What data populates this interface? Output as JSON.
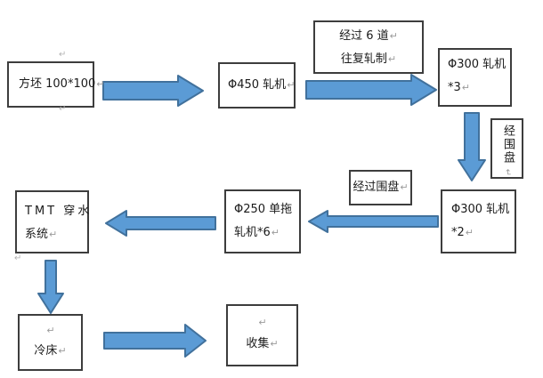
{
  "colors": {
    "arrow-fill": "#5B9BD5",
    "arrow-border": "#41719C",
    "box-border": "#3d3d3d",
    "text-color": "#1a1a1a",
    "mark-color": "#9b9b9b"
  },
  "glyphs": {
    "return_mark": "↵"
  },
  "diagram": {
    "type": "flowchart",
    "nodes": {
      "billet": {
        "label": "方坯 100*100",
        "lines": [
          "方坯 100*100"
        ]
      },
      "mill450": {
        "label": "Φ450 轧机",
        "lines": [
          "Φ450 轧机"
        ]
      },
      "note_passes": {
        "label": "经过 6 道 往复轧制",
        "lines": [
          "经过 6 道",
          "往复轧制"
        ]
      },
      "mill300x3": {
        "label": "Φ300 轧机 *3",
        "lines": [
          "Φ300 轧机",
          "*3"
        ]
      },
      "loop_note_v": {
        "label": "经围盘",
        "lines": [
          "经围盘"
        ]
      },
      "mill300x2": {
        "label": "Φ300 轧机 *2",
        "lines": [
          "Φ300 轧机",
          "*2"
        ]
      },
      "loop_note": {
        "label": "经过围盘",
        "lines": [
          "经过围盘"
        ]
      },
      "mill250": {
        "label": "Φ250 单拖轧机*6",
        "lines": [
          "Φ250 单拖",
          "轧机*6"
        ]
      },
      "tmt": {
        "label": "TMT 穿水系统",
        "lines": [
          "TMT 穿水",
          "系统"
        ]
      },
      "cooling_bed": {
        "label": "冷床",
        "lines": [
          "冷床"
        ]
      },
      "collect": {
        "label": "收集",
        "lines": [
          "收集"
        ]
      }
    },
    "edges": [
      {
        "from": "方坯 100*100",
        "to": "Φ450 轧机",
        "direction": "right"
      },
      {
        "from": "Φ450 轧机",
        "to": "Φ300 轧机 *3",
        "direction": "right",
        "via": "经过 6 道 往复轧制"
      },
      {
        "from": "Φ300 轧机 *3",
        "to": "Φ300 轧机 *2",
        "direction": "down",
        "via": "经围盘"
      },
      {
        "from": "Φ300 轧机 *2",
        "to": "Φ250 单拖轧机*6",
        "direction": "left",
        "via": "经过围盘"
      },
      {
        "from": "Φ250 单拖轧机*6",
        "to": "TMT 穿水系统",
        "direction": "left"
      },
      {
        "from": "TMT 穿水系统",
        "to": "冷床",
        "direction": "down"
      },
      {
        "from": "冷床",
        "to": "收集",
        "direction": "right"
      }
    ]
  }
}
